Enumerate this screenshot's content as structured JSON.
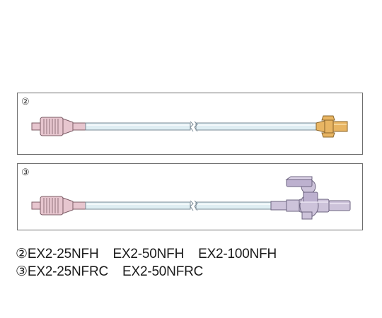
{
  "panels": [
    {
      "id": "2",
      "badge": "②",
      "tip": "orange-male-luer-connector"
    },
    {
      "id": "3",
      "badge": "③",
      "tip": "three-way-stopcock"
    }
  ],
  "captions": [
    {
      "number": "②",
      "models": [
        "EX2-25NFH",
        "EX2-50NFH",
        "EX2-100NFH"
      ]
    },
    {
      "number": "③",
      "models": [
        "EX2-25NFRC",
        "EX2-50NFRC"
      ]
    }
  ],
  "colors": {
    "tube": "#dfeef3",
    "tube_stroke": "#7a8a95",
    "connector": "#e7c6cf",
    "connector_stroke": "#7c5c66",
    "male_luer": "#e8b563",
    "stopcock": "#cdc3da"
  }
}
